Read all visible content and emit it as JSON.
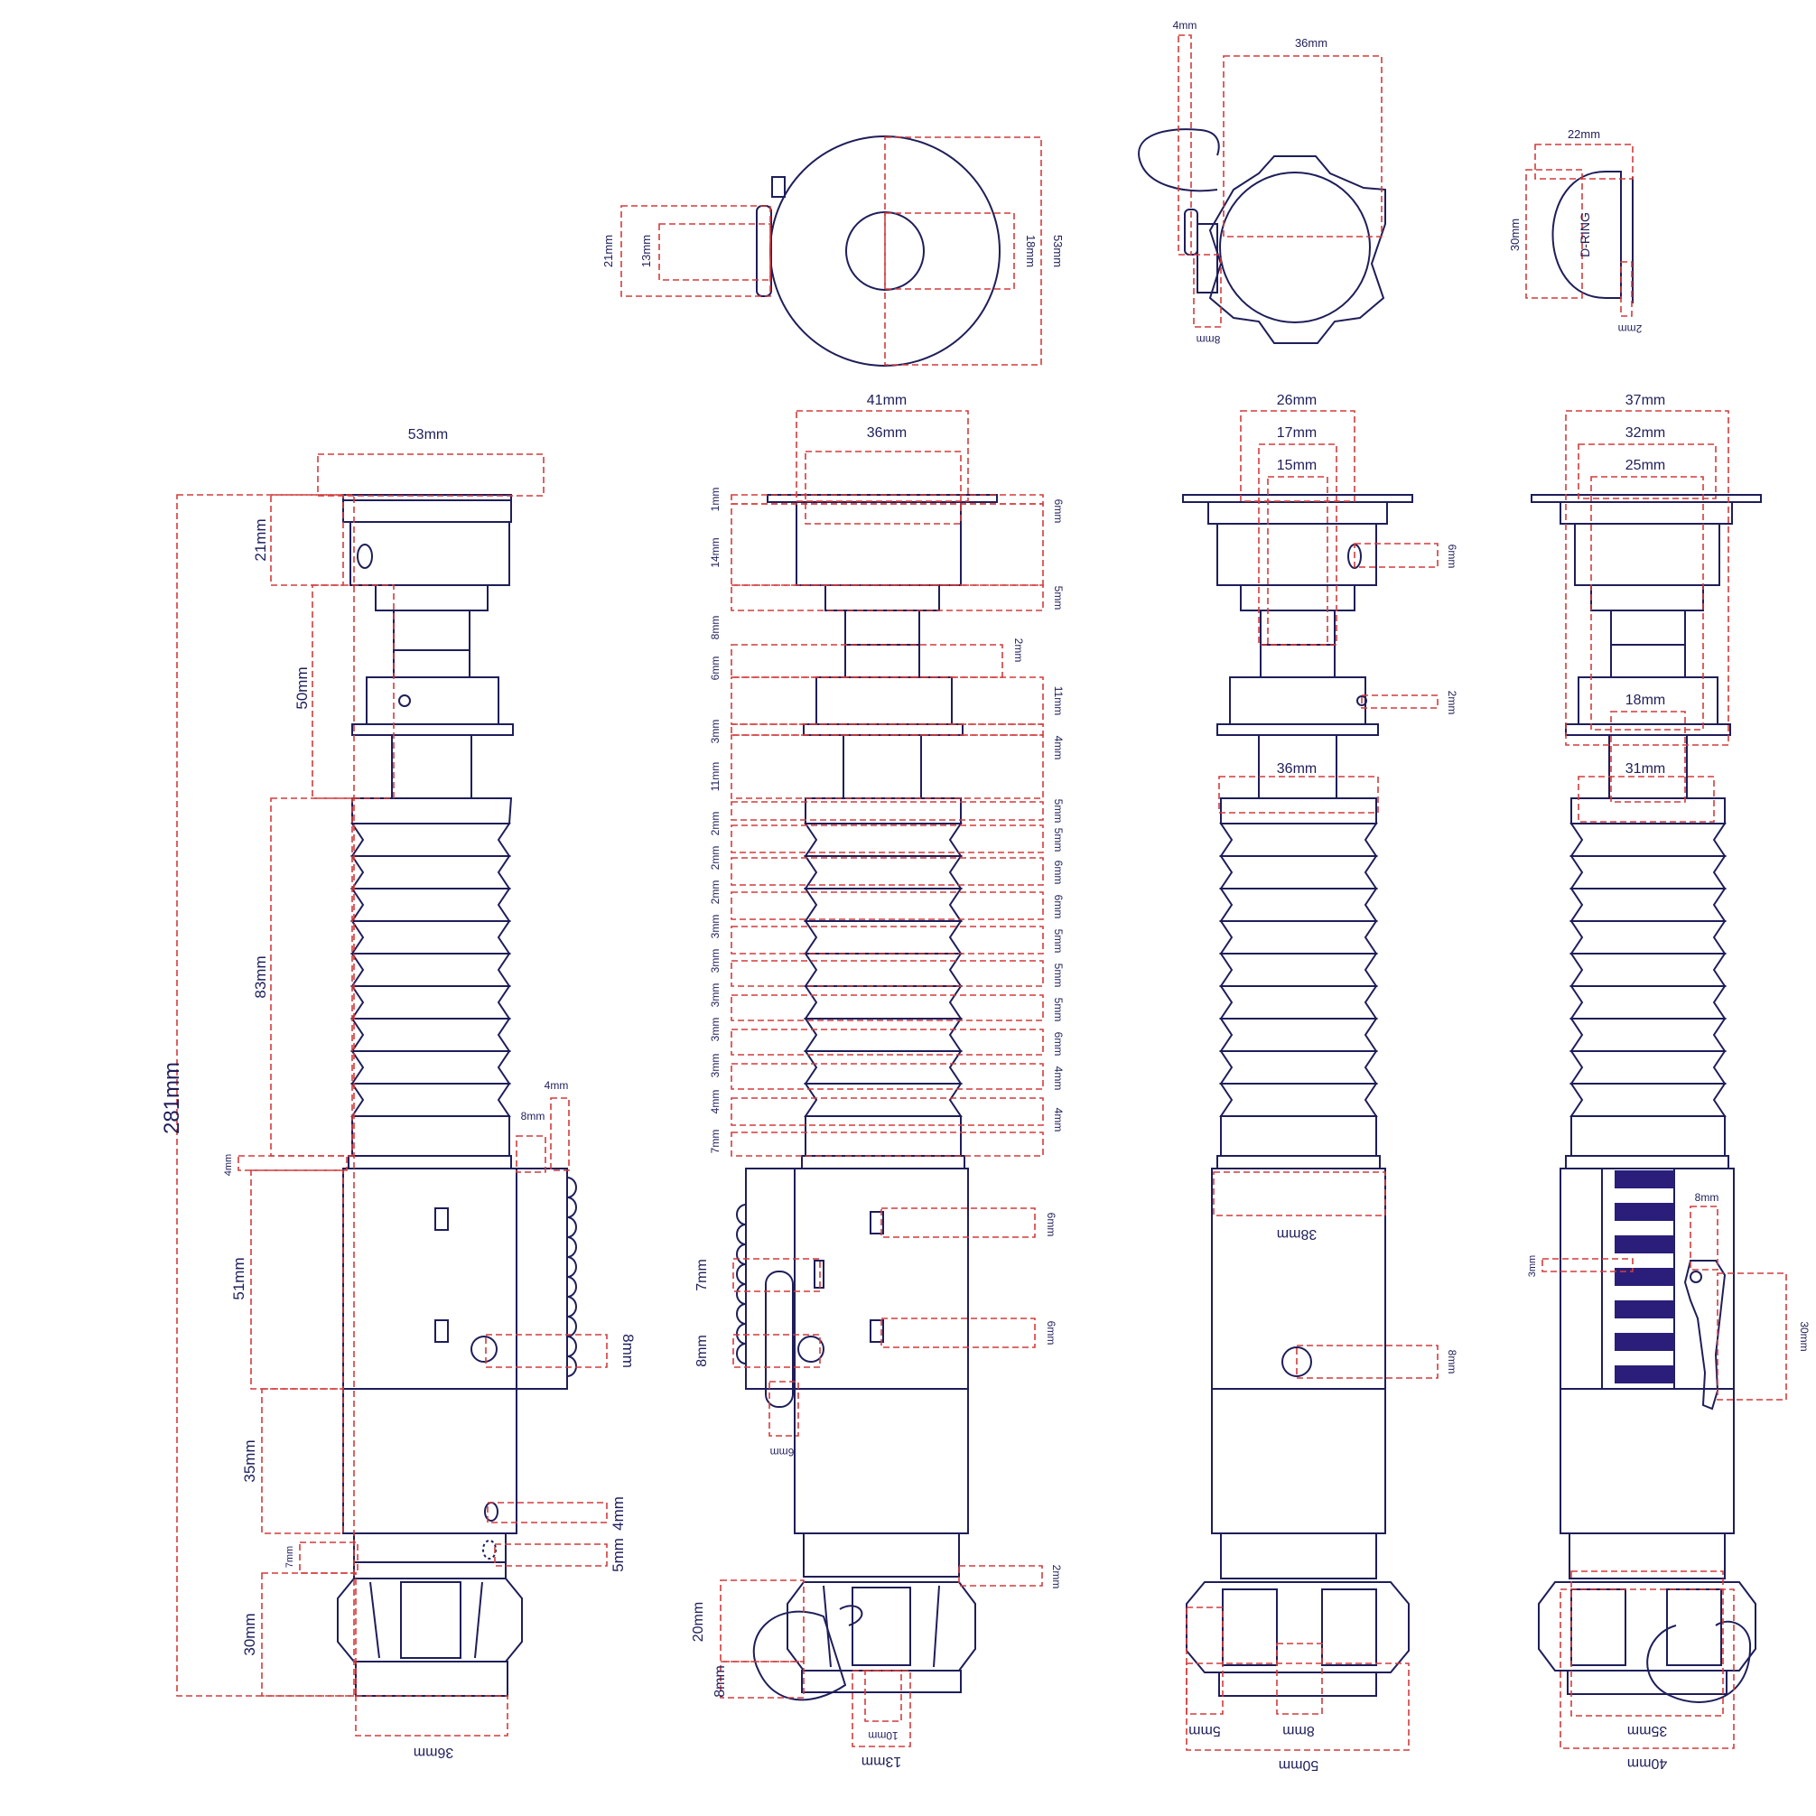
{
  "top_views": {
    "pommel": [
      "21mm",
      "13mm",
      "18mm",
      "53mm"
    ],
    "emitter": [
      "4mm",
      "36mm",
      "8mm"
    ],
    "dring": {
      "label": "D-RING",
      "dims": [
        "22mm",
        "30mm",
        "2mm"
      ]
    }
  },
  "view1": {
    "dims": [
      "53mm",
      "21mm",
      "50mm",
      "83mm",
      "281mm",
      "4mm",
      "4mm",
      "8mm",
      "51mm",
      "8mm",
      "35mm",
      "4mm",
      "7mm",
      "5mm",
      "30mm",
      "36mm"
    ]
  },
  "view2": {
    "top": [
      "41mm",
      "36mm"
    ],
    "left": [
      "1mm",
      "14mm",
      "8mm",
      "6mm",
      "3mm",
      "11mm",
      "2mm",
      "2mm",
      "2mm",
      "3mm",
      "3mm",
      "3mm",
      "3mm",
      "3mm",
      "4mm",
      "7mm"
    ],
    "right": [
      "6mm",
      "5mm",
      "2mm",
      "11mm",
      "4mm",
      "5mm",
      "5mm",
      "6mm",
      "6mm",
      "5mm",
      "5mm",
      "5mm",
      "6mm",
      "4mm",
      "4mm"
    ],
    "grip": [
      "7mm",
      "8mm",
      "6mm",
      "6mm",
      "6mm",
      "2mm",
      "20mm",
      "8mm",
      "10mm",
      "13mm"
    ]
  },
  "view3": {
    "dims": [
      "26mm",
      "17mm",
      "15mm",
      "6mm",
      "2mm",
      "36mm",
      "38mm",
      "8mm",
      "5mm",
      "8mm",
      "50mm"
    ]
  },
  "view4": {
    "dims": [
      "37mm",
      "32mm",
      "25mm",
      "18mm",
      "31mm",
      "8mm",
      "3mm",
      "30mm",
      "35mm",
      "40mm"
    ]
  }
}
